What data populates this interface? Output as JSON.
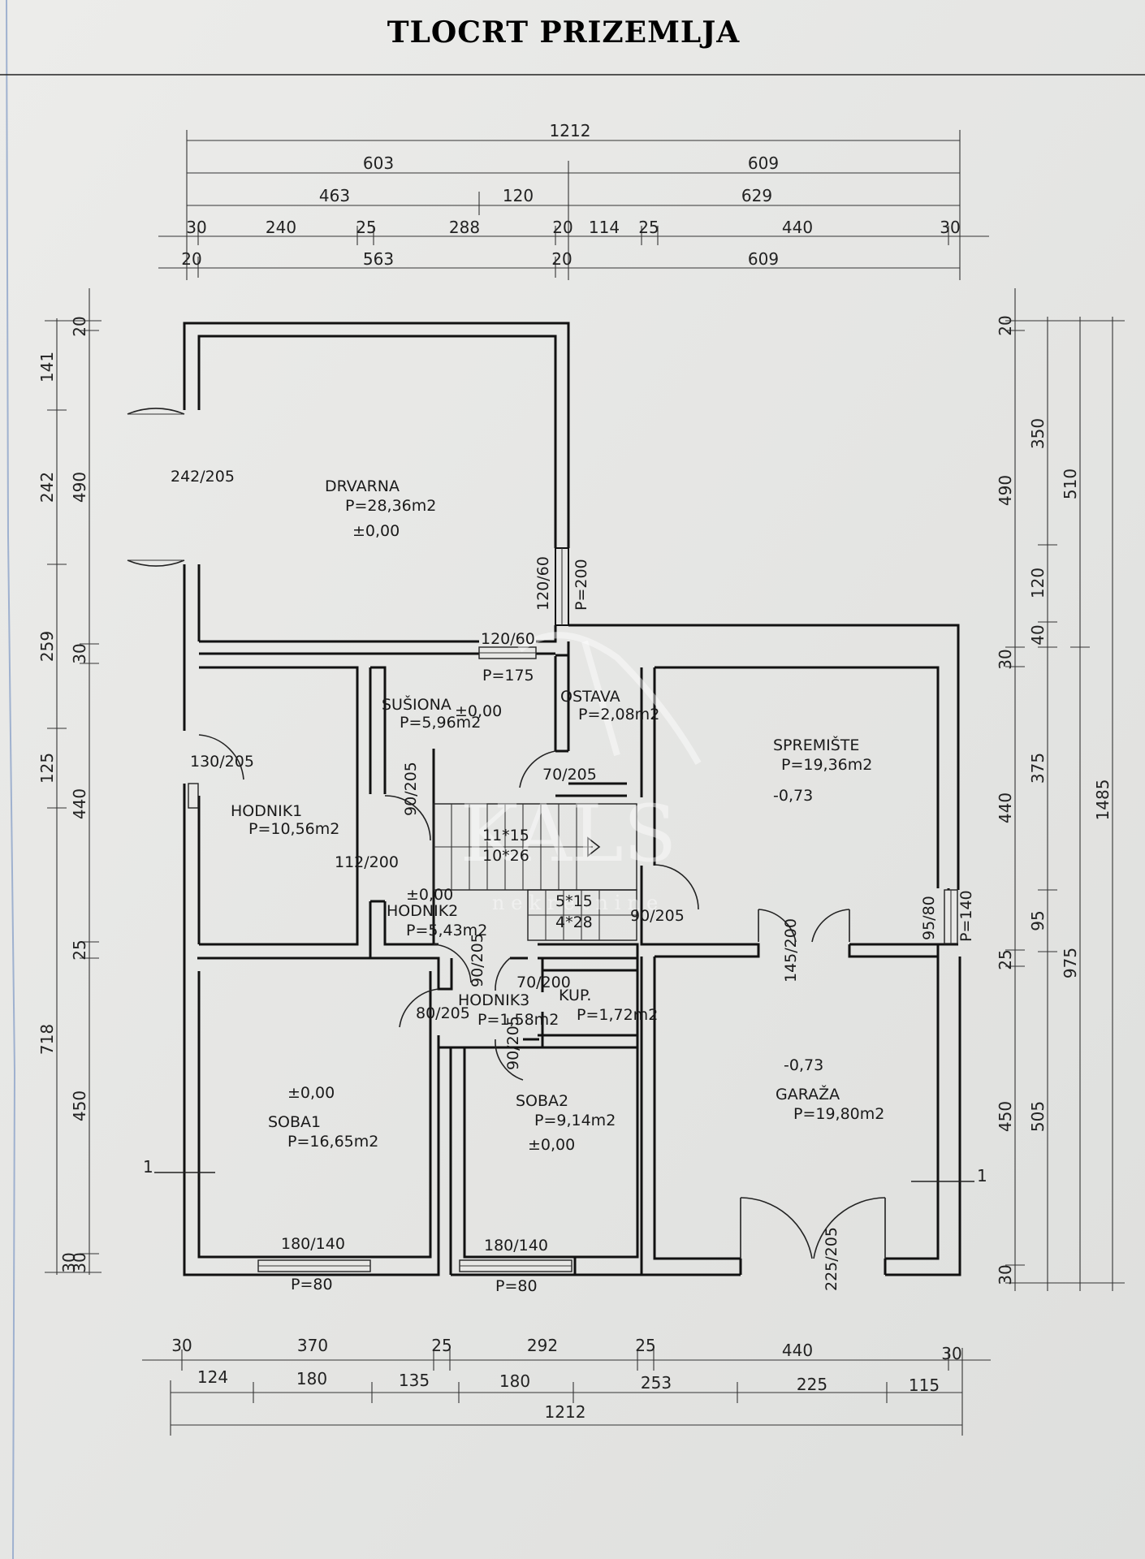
{
  "title": "TLOCRT PRIZEMLJA",
  "watermark": {
    "name": "KALS",
    "sub": "nekretnine"
  },
  "rooms": [
    {
      "name": "DRVARNA",
      "area": "P=28,36m2",
      "level": "±0,00"
    },
    {
      "name": "SUŠIONA",
      "area": "P=5,96m2",
      "level": "±0,00"
    },
    {
      "name": "OSTAVA",
      "area": "P=2,08m2"
    },
    {
      "name": "SPREMIŠTE",
      "area": "P=19,36m2",
      "level": "-0,73"
    },
    {
      "name": "HODNIK1",
      "area": "P=10,56m2"
    },
    {
      "name": "HODNIK2",
      "area": "P=5,43m2",
      "level": "±0,00"
    },
    {
      "name": "HODNIK3",
      "area": "P=1,58m2"
    },
    {
      "name": "KUP.",
      "area": "P=1,72m2"
    },
    {
      "name": "SOBA1",
      "area": "P=16,65m2",
      "level": "±0,00"
    },
    {
      "name": "SOBA2",
      "area": "P=9,14m2",
      "level": "±0,00"
    },
    {
      "name": "GARAŽA",
      "area": "P=19,80m2",
      "level": "-0,73"
    }
  ],
  "openings": {
    "d1": "242/205",
    "d2": "130/205",
    "d3": "90/205",
    "d4": "70/205",
    "d5": "112/200",
    "d6": "90/205",
    "d7": "90/205",
    "d8": "80/205",
    "d9": "70/200",
    "d10": "90/205",
    "d11": "145/200",
    "d12": "225/205",
    "w1": "120/60",
    "w1p": "P=200",
    "w2": "120/60",
    "w2p": "P=175",
    "w3": "95/80",
    "w3p": "P=140",
    "w4": "180/140",
    "w4p": "P=80",
    "w5": "180/140",
    "w5p": "P=80"
  },
  "stairs": {
    "a1": "11*15",
    "a2": "10*26",
    "b1": "5*15",
    "b2": "4*28"
  },
  "section_mark": "1",
  "dims_top": {
    "r1": [
      "1212"
    ],
    "r2": [
      "603",
      "609"
    ],
    "r3": [
      "463",
      "120",
      "629"
    ],
    "r4": [
      "30",
      "240",
      "25",
      "288",
      "20",
      "114",
      "25",
      "440",
      "30"
    ],
    "r5": [
      "20",
      "563",
      "20",
      "609"
    ]
  },
  "dims_bottom": {
    "r1": [
      "30",
      "370",
      "25",
      "292",
      "25",
      "440",
      "30"
    ],
    "r2": [
      "124",
      "180",
      "135",
      "180",
      "253",
      "225",
      "115"
    ],
    "r3": [
      "1212"
    ]
  },
  "dims_left": {
    "c1": [
      "141",
      "242",
      "259",
      "125",
      "718",
      "30"
    ],
    "c2": [
      "20",
      "490",
      "30",
      "440",
      "25",
      "450",
      "30"
    ]
  },
  "dims_right": {
    "c1": [
      "20",
      "490",
      "30",
      "440",
      "25",
      "450",
      "30"
    ],
    "c2": [
      "350",
      "120",
      "40",
      "375",
      "95",
      "505"
    ],
    "c3": [
      "510",
      "975"
    ],
    "c4": [
      "1485"
    ]
  }
}
